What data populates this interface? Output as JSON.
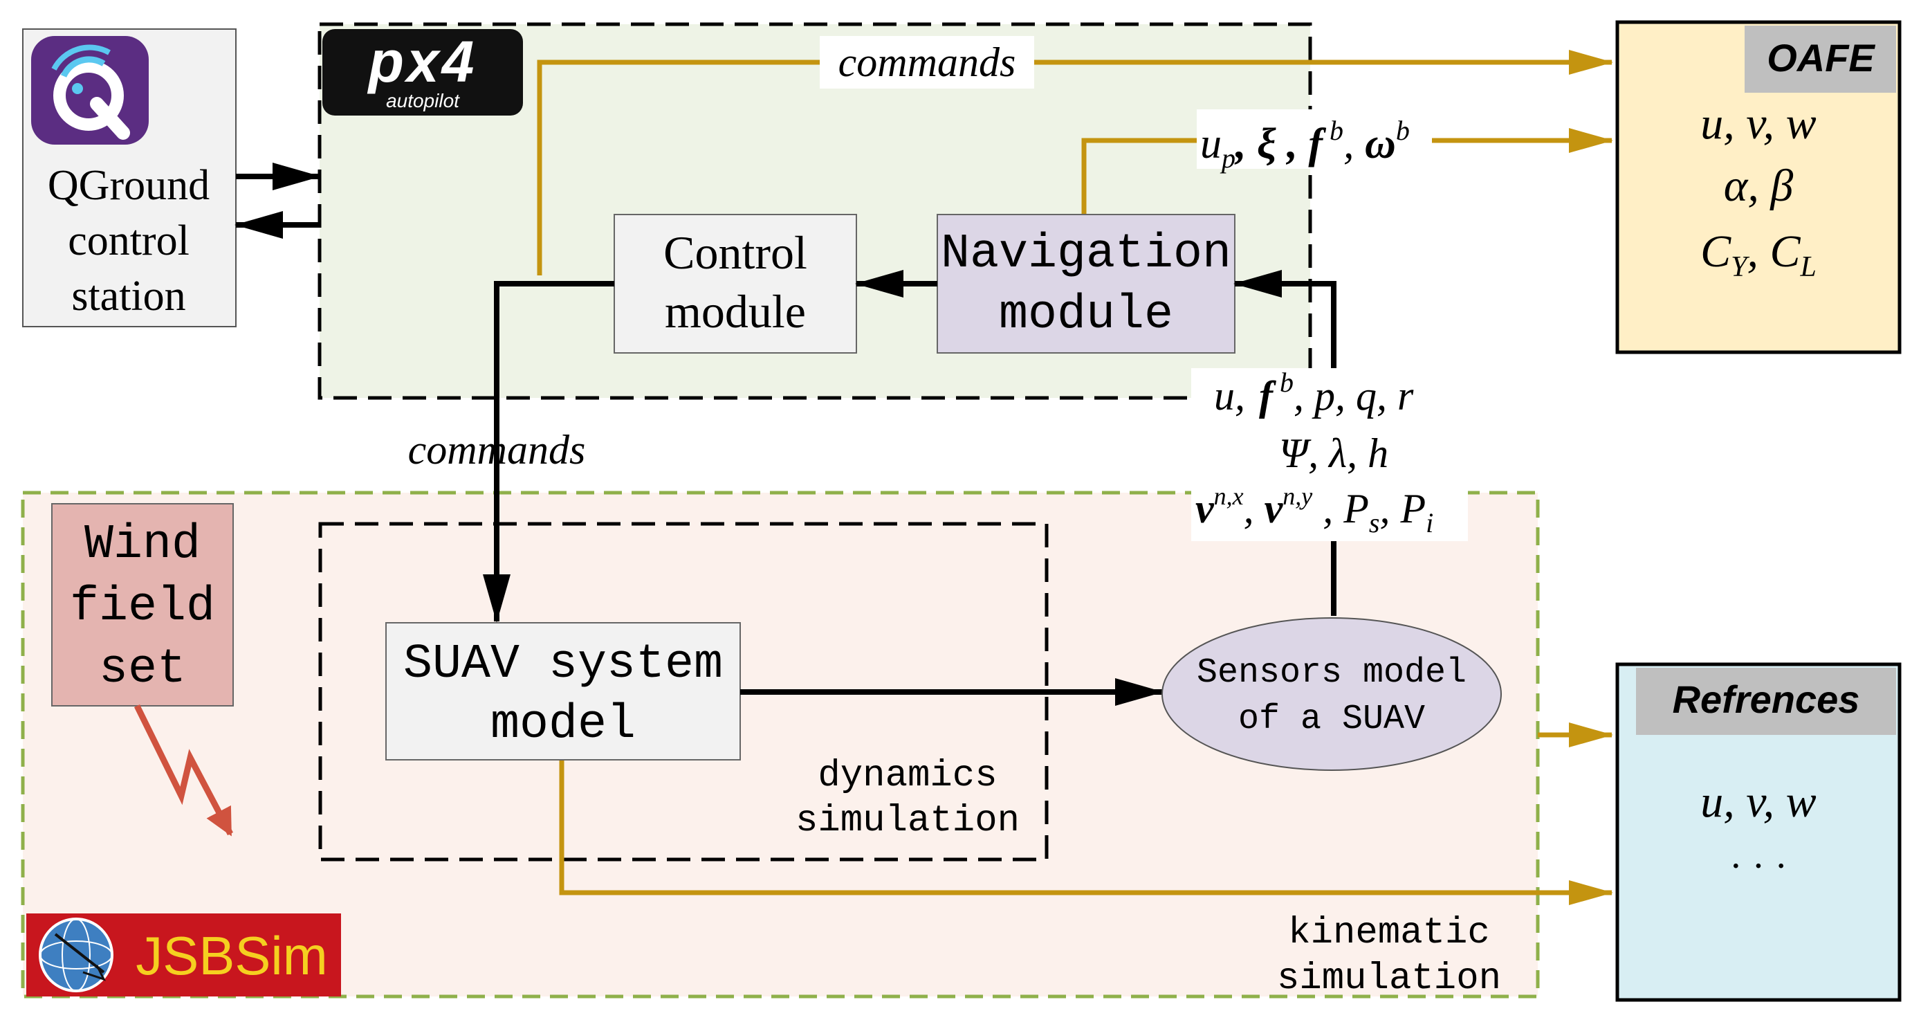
{
  "colors": {
    "gold": "#C49410",
    "black": "#000000",
    "px4_bg": "#EEF3E6",
    "jsb_bg": "#FCF1EC",
    "jsb_border": "#8FB04A",
    "oafe_bg": "#FFEFC6",
    "ref_bg": "#D8EEF3",
    "gray_header": "#BFBFBF",
    "wind_bg": "#E4B4B0",
    "nav_bg": "#DCD6E6",
    "sensor_bg": "#DCD6E6",
    "box_gray": "#F2F2F2",
    "wind_arrow": "#D0533F"
  },
  "qgc": {
    "logo_icon": "qgroundcontrol-logo-icon",
    "line1": "QGround",
    "line2": "control",
    "line3": "station"
  },
  "px4": {
    "logo_main": "px4",
    "logo_sub": "autopilot",
    "commands_label": "commands"
  },
  "control_module": {
    "line1": "Control",
    "line2": "module"
  },
  "navigation_module": {
    "line1": "Navigation",
    "line2": "module"
  },
  "nav_output": {
    "up": "u",
    "up_sub": "p",
    "sep1": ", ",
    "xi": "ξ",
    "sep2": " , ",
    "f": "f",
    "f_sup": " b",
    "sep3": ", ",
    "omega": "ω",
    "omega_sup": "b"
  },
  "sensor_outputs": {
    "row1_u": "u,",
    "row1_f": "f",
    "row1_f_sup": " b",
    "row1_rest": ", p, q, r",
    "row2": "Ψ, λ, h",
    "row3_v1": "v",
    "row3_v1_sup": "n,x",
    "row3_sep": ", ",
    "row3_v2": "v",
    "row3_v2_sup": "n,y",
    "row3_ps": " , P",
    "row3_ps_sub": "s",
    "row3_pi": ", P",
    "row3_pi_sub": "i"
  },
  "commands_label_2": "commands",
  "oafe": {
    "title": "OAFE",
    "row1": "u, v, w",
    "row2": "α, β",
    "row3_c1": "C",
    "row3_c1_sub": "Y",
    "row3_sep": ", ",
    "row3_c2": "C",
    "row3_c2_sub": "L"
  },
  "references": {
    "title": "Refrences",
    "row1": "u, v, w",
    "row2": "· · ·"
  },
  "wind": {
    "line1": "Wind",
    "line2": "field",
    "line3": "set"
  },
  "suav_model": {
    "line1": "SUAV system",
    "line2": "model"
  },
  "dynamics": {
    "line1": "dynamics",
    "line2": "simulation"
  },
  "sensors_model": {
    "line1": "Sensors model",
    "line2": "of a SUAV"
  },
  "kinematic": {
    "line1": "kinematic",
    "line2": "simulation"
  },
  "jsbsim": {
    "logo_text": "JSBSim",
    "logo_icon": "jsbsim-globe-icon"
  }
}
